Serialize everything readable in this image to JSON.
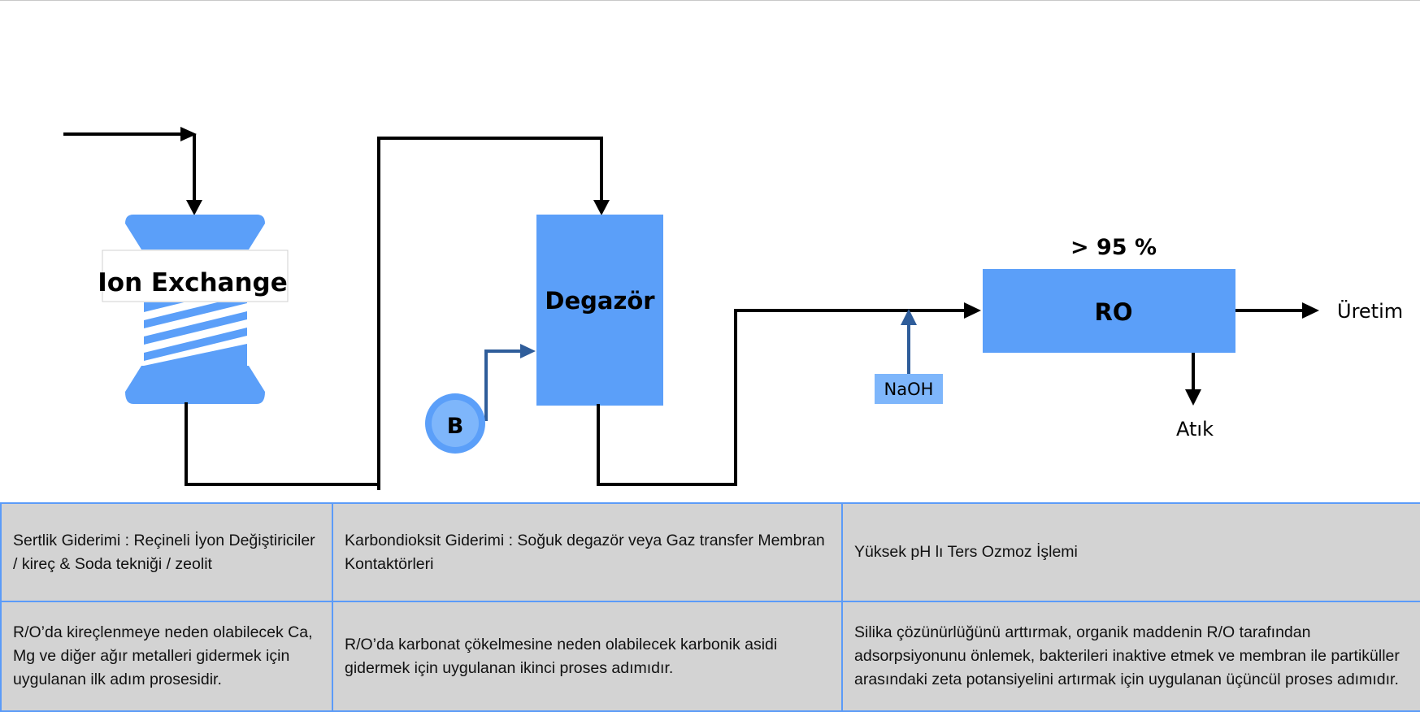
{
  "diagram": {
    "ion_exchange_label": "Ion Exchange",
    "degazor_label": "Degazör",
    "blower_label": "B",
    "naoh_label": "NaOH",
    "ro_label": "RO",
    "ro_recovery": "> 95 %",
    "output_label": "Üretim",
    "waste_label": "Atık"
  },
  "table": {
    "rows": [
      [
        "Sertlik Giderimi : Reçineli İyon Değiştiriciler / kireç & Soda tekniği / zeolit",
        "Karbondioksit Giderimi : Soğuk degazör veya Gaz transfer Membran Kontaktörleri",
        "Yüksek pH lı Ters Ozmoz İşlemi"
      ],
      [
        "R/O’da kireçlenmeye neden olabilecek Ca, Mg ve diğer ağır metalleri gidermek için uygulanan ilk adım prosesidir.",
        "R/O’da karbonat çökelmesine neden olabilecek karbonik asidi gidermek için uygulanan ikinci proses adımıdır.",
        "Silika çözünürlüğünü arttırmak, organik maddenin R/O tarafından adsorpsiyonunu önlemek, bakterileri inaktive etmek ve membran ile partiküller arasındaki zeta potansiyelini artırmak için uygulanan üçüncül proses adımıdır."
      ]
    ]
  },
  "colors": {
    "equipment_blue": "#5b9ff9",
    "light_blue": "#7eb6fb",
    "dark_blue_line": "#2f5d9a",
    "table_bg": "#d3d3d3",
    "table_border": "#5b9bf8"
  }
}
